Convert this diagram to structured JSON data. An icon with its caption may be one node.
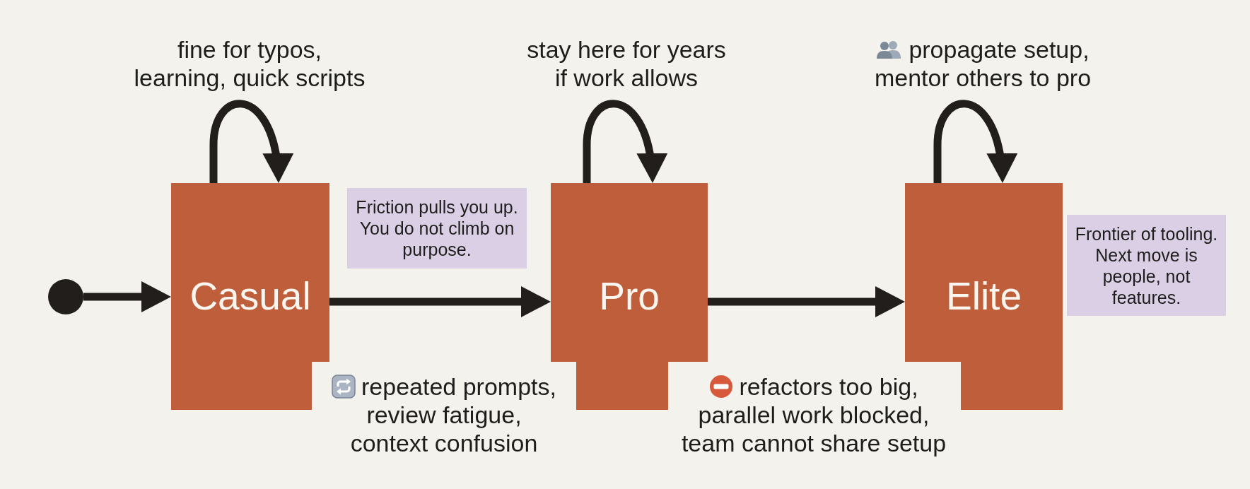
{
  "diagram": {
    "nodes": [
      {
        "text": [],
        "shape": "circle"
      },
      {
        "text": [
          "Casual"
        ]
      },
      {
        "text": [
          "Friction pulls you up. You do not climb on purpose."
        ]
      },
      {
        "text": [
          "Pro"
        ]
      },
      {
        "text": [
          "Elite"
        ]
      },
      {
        "text": [
          "Frontier of tooling. Next move is people, not features."
        ]
      }
    ],
    "edges": [
      {
        "from": 0,
        "to": 1,
        "arrow": "to"
      },
      {
        "from": 1,
        "to": 1,
        "arrow": "to",
        "label": "fine for typos, learning, quick scripts"
      },
      {
        "from": 1,
        "to": 3,
        "arrow": "to",
        "label": "repeated prompts, review fatigue, context confusion"
      },
      {
        "from": 3,
        "to": 3,
        "arrow": "to",
        "label": "stay here for years if work allows"
      },
      {
        "from": 3,
        "to": 4,
        "arrow": "to",
        "label": "refactors too big, parallel work blocked, team cannot share setup"
      },
      {
        "from": 4,
        "to": 4,
        "arrow": "to",
        "label": "propagate setup, mentor others to pro"
      }
    ]
  }
}
